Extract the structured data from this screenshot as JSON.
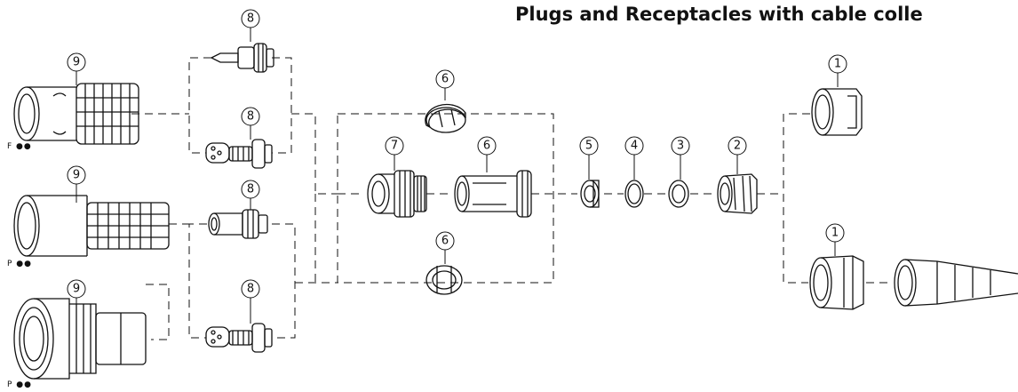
{
  "title": "Plugs and Receptacles with cable colle",
  "series_labels": {
    "f": "F",
    "p1": "P",
    "p2": "P"
  },
  "callouts": {
    "c1a": "1",
    "c1b": "1",
    "c2": "2",
    "c3": "3",
    "c4": "4",
    "c5": "5",
    "c6a": "6",
    "c6b": "6",
    "c6c": "6",
    "c7": "7",
    "c8a": "8",
    "c8b": "8",
    "c8c": "8",
    "c8d": "8",
    "c9a": "9",
    "c9b": "9",
    "c9c": "9"
  }
}
